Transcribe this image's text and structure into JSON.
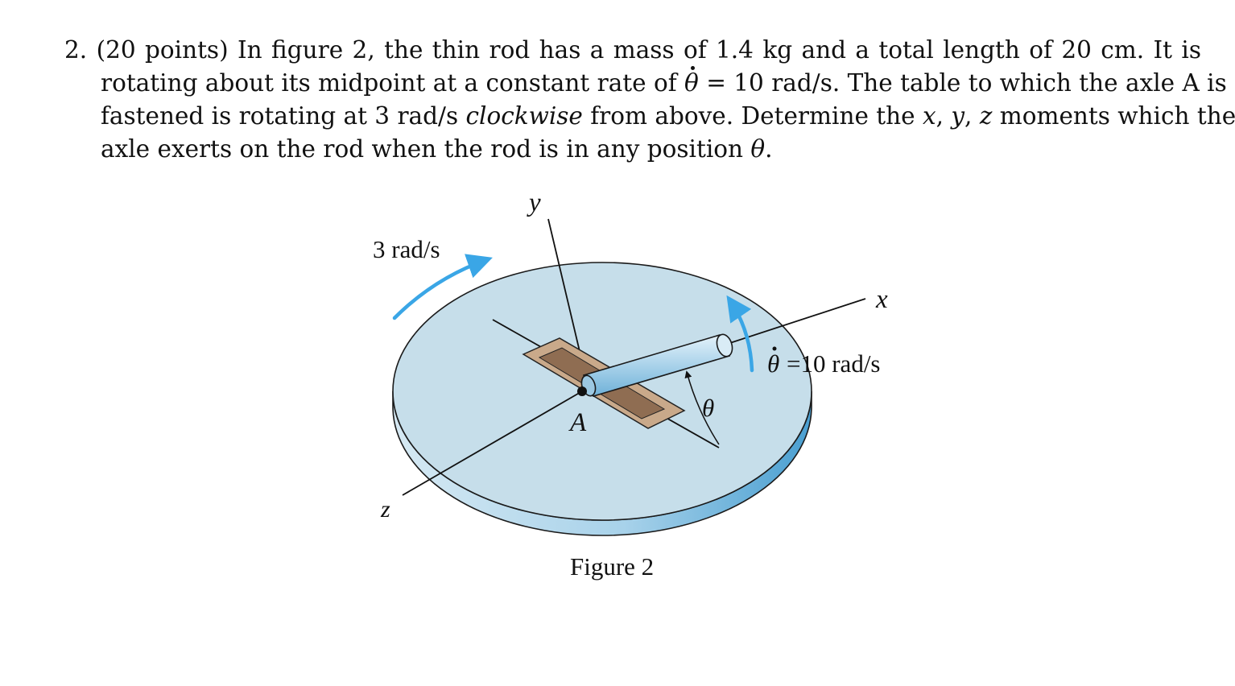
{
  "problem": {
    "number": "2.",
    "points": "(20 points)",
    "line1_rest": "In figure 2, the thin rod has a mass of 1.4 kg and a total length of 20 cm. It is",
    "line2_a": "rotating about its midpoint at a constant rate of ",
    "line2_theta": "θ",
    "line2_b": " = 10 rad/s. The table to which the axle A is",
    "line3_a": "fastened is rotating at 3 rad/s ",
    "line3_clockwise": "clockwise",
    "line3_b": " from above. Determine the ",
    "line3_x": "x",
    "line3_c": ", ",
    "line3_y": "y",
    "line3_d": ", ",
    "line3_z": "z",
    "line3_e": " moments which the",
    "line4_a": "axle exerts on the rod when the rod is in any position ",
    "line4_theta": "θ",
    "line4_b": "."
  },
  "figure": {
    "caption": "Figure 2",
    "table_rate": "3 rad/s",
    "theta_dot_symbol": "θ",
    "theta_dot_value": "=10 rad/s",
    "axis_x": "x",
    "axis_y": "y",
    "axis_z": "z",
    "point_a": "A",
    "angle": "θ",
    "colors": {
      "table_top": "#c6deea",
      "table_side": "#8cc3e0",
      "arrow_blue": "#3aa6e6",
      "slot": "#c9a98a",
      "rod": "#a9d2ea"
    }
  }
}
